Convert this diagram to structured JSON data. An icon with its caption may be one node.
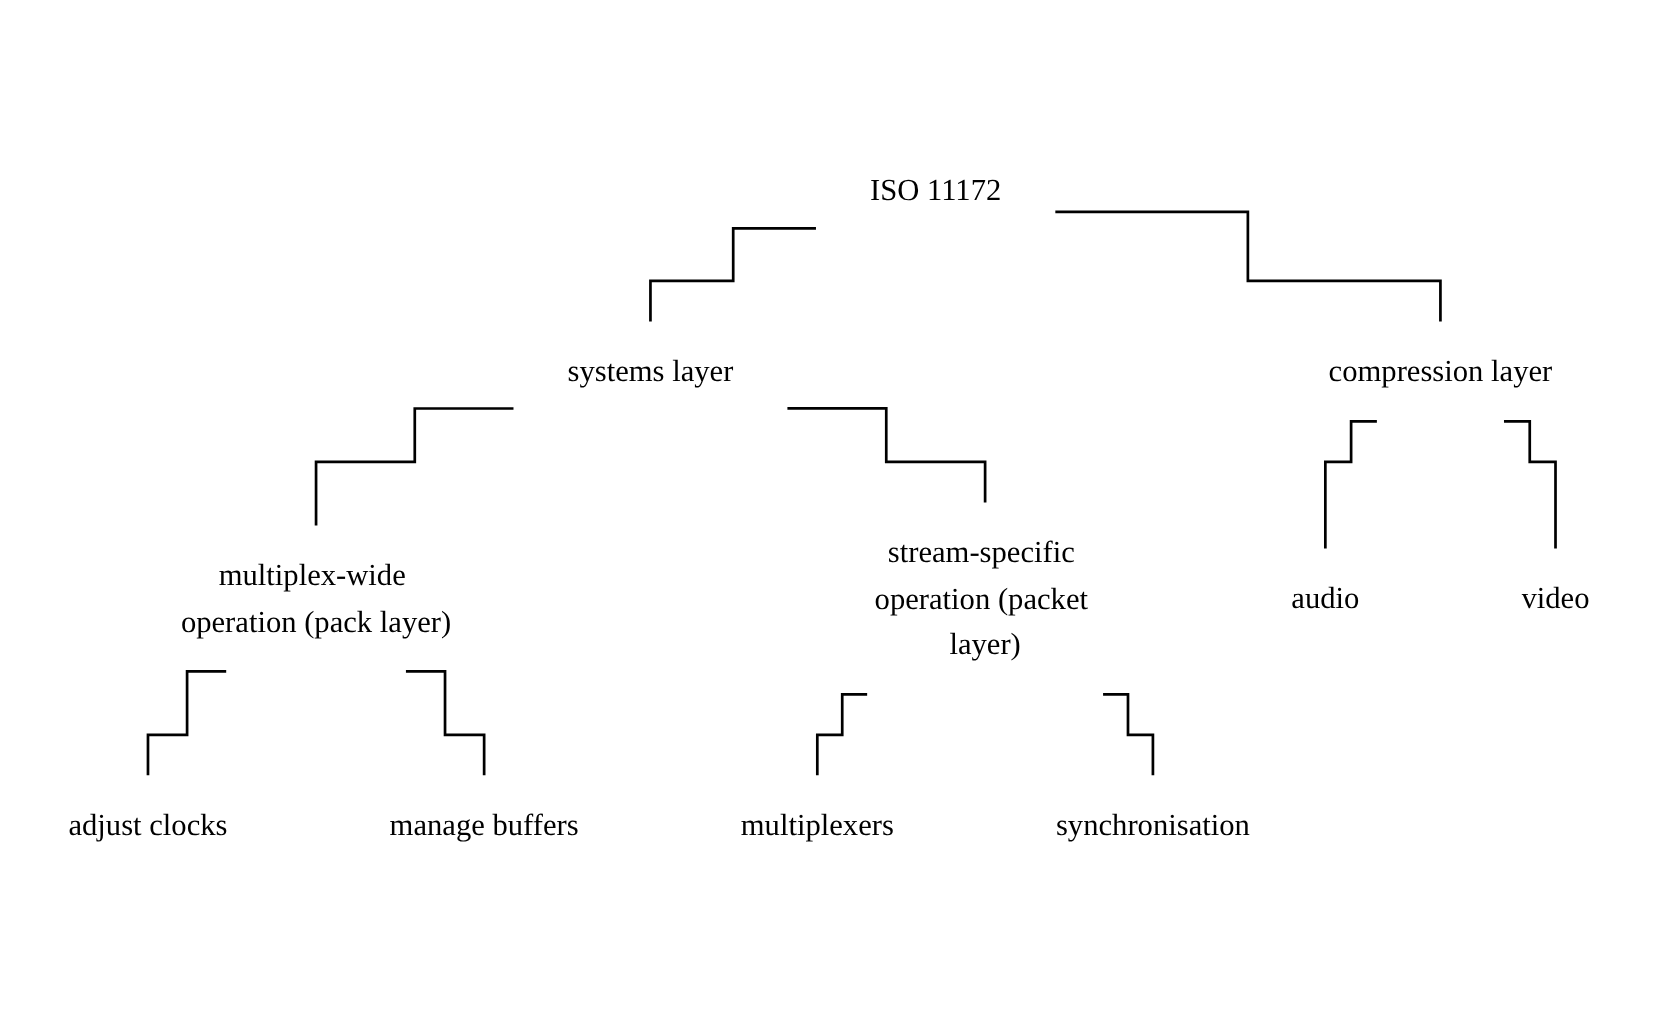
{
  "diagram": {
    "nodes": [
      {
        "text": [
          "ISO 11172"
        ]
      },
      {
        "text": [
          "systems layer"
        ]
      },
      {
        "text": [
          "compression layer"
        ]
      },
      {
        "text": [
          "multiplex-wide operation (pack layer)"
        ]
      },
      {
        "text": [
          "stream-specific operation (packet layer)"
        ]
      },
      {
        "text": [
          "audio"
        ]
      },
      {
        "text": [
          "video"
        ]
      },
      {
        "text": [
          "adjust clocks"
        ]
      },
      {
        "text": [
          "manage buffers"
        ]
      },
      {
        "text": [
          "multiplexers"
        ]
      },
      {
        "text": [
          "synchronisation"
        ]
      }
    ],
    "edges": [
      {
        "from": 0,
        "to": 1,
        "arrow": "none"
      },
      {
        "from": 0,
        "to": 2,
        "arrow": "none"
      },
      {
        "from": 1,
        "to": 3,
        "arrow": "none"
      },
      {
        "from": 1,
        "to": 4,
        "arrow": "none"
      },
      {
        "from": 2,
        "to": 5,
        "arrow": "none"
      },
      {
        "from": 2,
        "to": 6,
        "arrow": "none"
      },
      {
        "from": 3,
        "to": 7,
        "arrow": "none"
      },
      {
        "from": 3,
        "to": 8,
        "arrow": "none"
      },
      {
        "from": 4,
        "to": 9,
        "arrow": "none"
      },
      {
        "from": 4,
        "to": 10,
        "arrow": "none"
      }
    ]
  }
}
